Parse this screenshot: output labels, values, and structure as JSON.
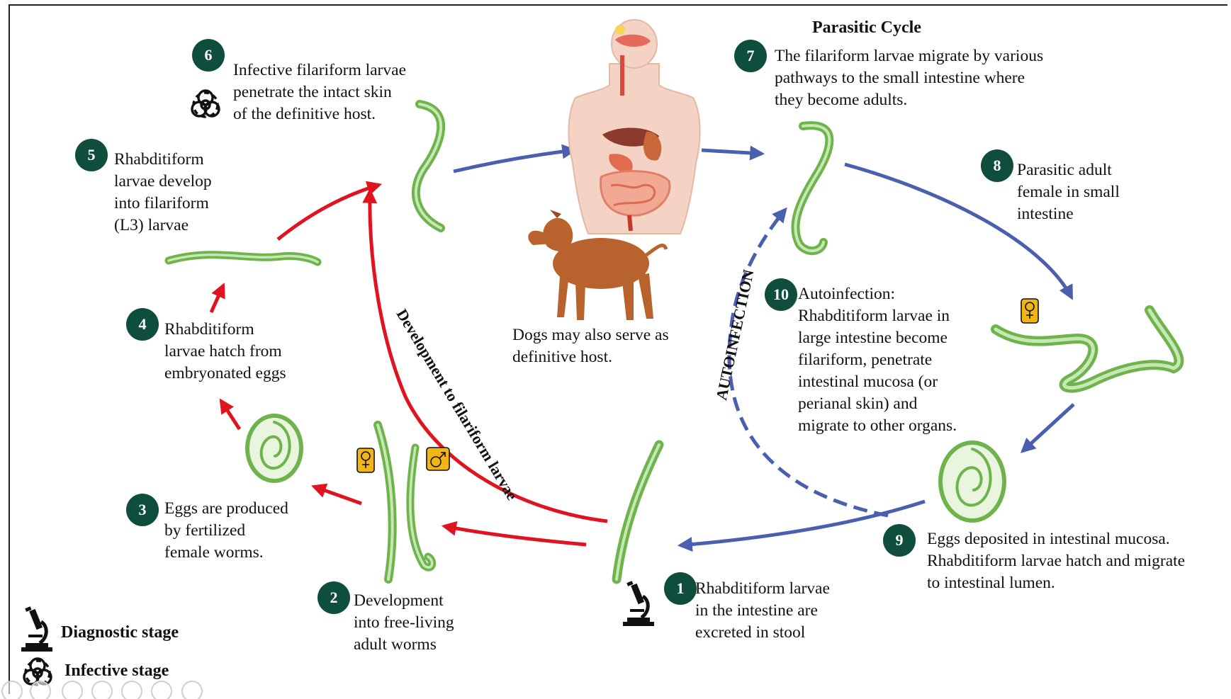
{
  "title": "Parasitic Cycle",
  "stages": [
    {
      "number": "1",
      "text": "Rhabditiform larvae\nin the intestine are\nexcreted in stool"
    },
    {
      "number": "2",
      "text": "Development\ninto free-living\nadult worms"
    },
    {
      "number": "3",
      "text": "Eggs are produced\nby fertilized\nfemale  worms."
    },
    {
      "number": "4",
      "text": "Rhabditiform\nlarvae hatch from\nembryonated eggs"
    },
    {
      "number": "5",
      "text": "Rhabditiform\nlarvae develop\ninto filariform\n(L3) larvae"
    },
    {
      "number": "6",
      "text": "Infective filariform larvae\npenetrate the intact skin\nof the definitive host."
    },
    {
      "number": "7",
      "text": "The filariform larvae migrate by various\npathways to the small intestine where\nthey become adults."
    },
    {
      "number": "8",
      "text": "Parasitic adult\nfemale in small\nintestine"
    },
    {
      "number": "9",
      "text": "Eggs deposited in intestinal mucosa.\nRhabditiform larvae hatch and migrate\nto intestinal lumen."
    },
    {
      "number": "10",
      "text": "Autoinfection:\nRhabditiform larvae in\nlarge intestine become\nfilariform, penetrate\nintestinal mucosa (or\nperianal skin) and\nmigrate to other organs."
    }
  ],
  "dog_caption": "Dogs may also serve as\ndefinitive host.",
  "labels": {
    "development": "Development to filariform larvae",
    "autoinfection": "AUTOINFECTION"
  },
  "legend": {
    "diagnostic": "Diagnostic stage",
    "infective": "Infective stage"
  },
  "colors": {
    "badge": "#0f4d3c",
    "worm": "#7dc15a",
    "red_arrow": "#e0141e",
    "blue_arrow": "#4a5fae",
    "sex_symbol": "#f2b514"
  },
  "icons": [
    "microscope-icon",
    "biohazard-icon",
    "female-symbol-icon",
    "male-symbol-icon",
    "human-body-illustration",
    "dog-illustration"
  ],
  "toolbar": [
    "previous-icon",
    "play-icon",
    "pen-icon",
    "slides-icon",
    "zoom-icon",
    "subtitles-icon",
    "more-icon"
  ]
}
